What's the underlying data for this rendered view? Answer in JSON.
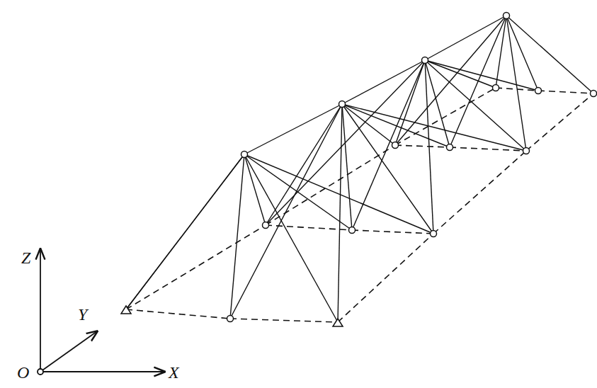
{
  "diagram": {
    "labels": [
      "Z",
      "Y",
      "O",
      "X"
    ]
  }
}
